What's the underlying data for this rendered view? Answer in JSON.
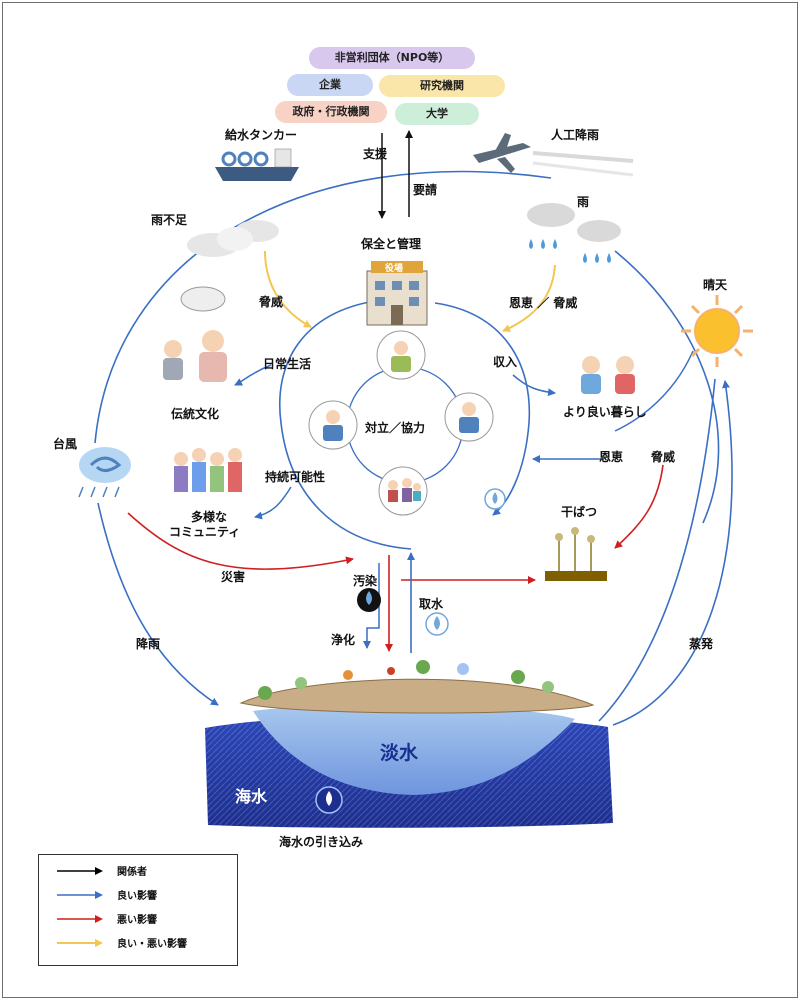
{
  "stakeholders": {
    "npo": "非営利団体（NPO等）",
    "company": "企業",
    "research": "研究機関",
    "government": "政府・行政機関",
    "university": "大学"
  },
  "labels": {
    "support": "支援",
    "request": "要請",
    "conservation": "保全と管理",
    "water_tanker": "給水タンカー",
    "artificial_rain": "人工降雨",
    "rain_shortage": "雨不足",
    "rain": "雨",
    "threat": "脅威",
    "benefit_threat": "恩恵 ／ 脅威",
    "sunny": "晴天",
    "daily_life": "日常生活",
    "income": "収入",
    "better_life": "より良い暮らし",
    "traditional_culture": "伝統文化",
    "typhoon": "台風",
    "sustainability": "持続可能性",
    "conflict": "対立／協力",
    "benefit2": "恩恵",
    "threat2": "脅威",
    "diverse": "多様な",
    "community": "コミュニティ",
    "drought": "干ばつ",
    "disaster": "災害",
    "pollution": "汚染",
    "intake": "取水",
    "purification": "浄化",
    "precipitation": "降雨",
    "evaporation": "蒸発",
    "freshwater": "淡水",
    "seawater": "海水",
    "seawater_intrusion": "海水の引き込み",
    "office_sign": "役場"
  },
  "legend": [
    {
      "label": "関係者",
      "color": "#000000"
    },
    {
      "label": "良い影響",
      "color": "#3a6fc4"
    },
    {
      "label": "悪い影響",
      "color": "#d11f1f"
    },
    {
      "label": "良い・悪い影響",
      "color": "#f2c64f"
    }
  ],
  "colors": {
    "blue": "#3a6fc4",
    "red": "#d11f1f",
    "yellow": "#f2c64f",
    "black": "#000000",
    "npo_pill": "#d8c8ee",
    "company_pill": "#c9d7f4",
    "research_pill": "#f9e6a8",
    "government_pill": "#f7d2c5",
    "university_pill": "#cdeed8"
  }
}
